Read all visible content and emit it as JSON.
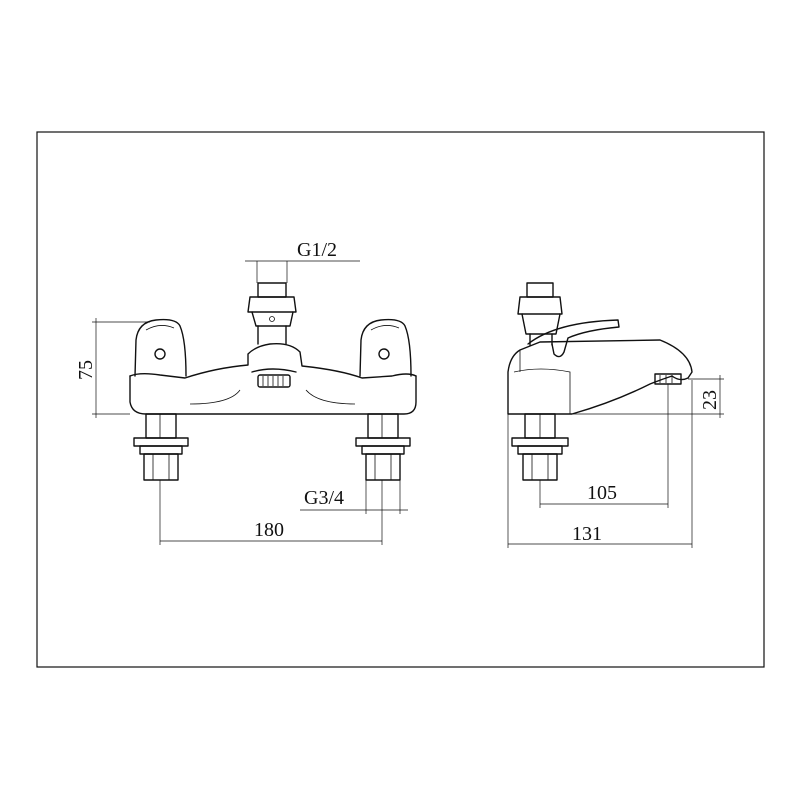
{
  "drawing": {
    "front_view": {
      "thread_top": "G1/2",
      "thread_bottom": "G3/4",
      "height_dim": "75",
      "centres_dim": "180"
    },
    "side_view": {
      "outlet_height_dim": "23",
      "reach_dim": "105",
      "depth_dim": "131"
    }
  }
}
